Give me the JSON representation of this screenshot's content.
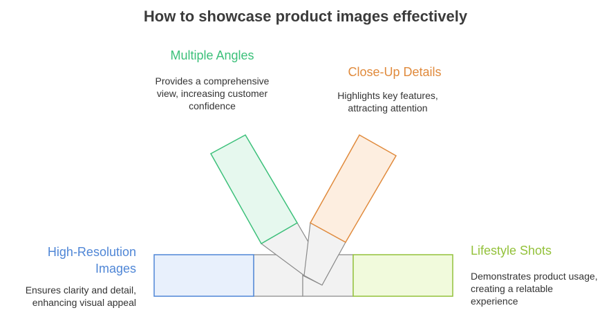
{
  "title": "How to showcase product images effectively",
  "items": [
    {
      "heading": "Multiple Angles",
      "description": "Provides a comprehensive view, increasing customer confidence",
      "color": "#3cc07a",
      "fill": "#e6f8ee"
    },
    {
      "heading": "Close-Up Details",
      "description": "Highlights key features, attracting attention",
      "color": "#e08a3c",
      "fill": "#fdeee0"
    },
    {
      "heading": "High-Resolution Images",
      "description": "Ensures clarity and detail, enhancing visual appeal",
      "color": "#4f86d6",
      "fill": "#e8f0fc"
    },
    {
      "heading": "Lifestyle Shots",
      "description": "Demonstrates product usage, creating a relatable experience",
      "color": "#93c13a",
      "fill": "#f1fadc"
    }
  ],
  "colors": {
    "connector_fill": "#f2f2f2",
    "connector_stroke": "#8a8a8a",
    "title": "#3b3b3b"
  }
}
